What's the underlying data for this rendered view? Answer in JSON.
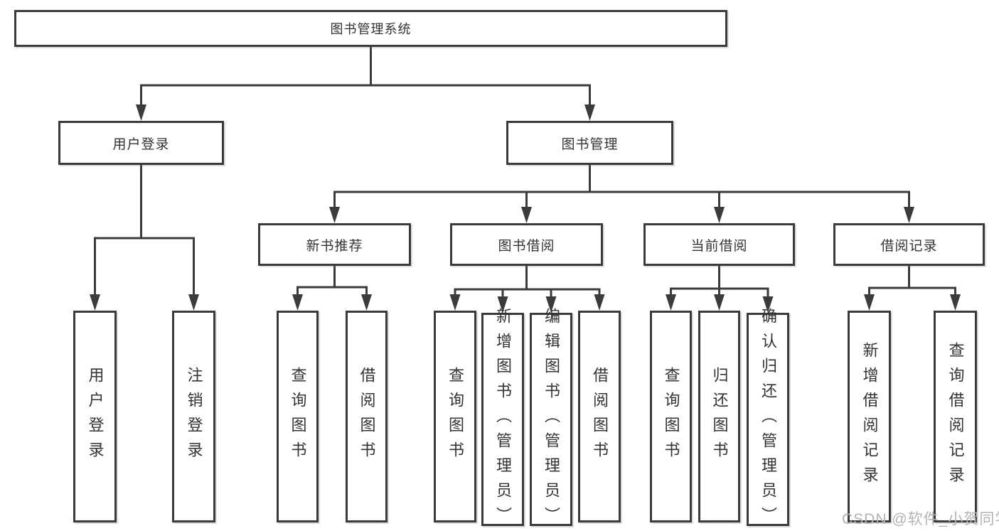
{
  "tree": {
    "root": {
      "label": "图书管理系统"
    },
    "children": [
      {
        "label": "用户登录",
        "children": [
          {
            "label": "用户登录"
          },
          {
            "label": "注销登录"
          }
        ]
      },
      {
        "label": "图书管理",
        "children": [
          {
            "label": "新书推荐",
            "children": [
              {
                "label": "查询图书"
              },
              {
                "label": "借阅图书"
              }
            ]
          },
          {
            "label": "图书借阅",
            "children": [
              {
                "label": "查询图书"
              },
              {
                "label": "新增图书（管理员）"
              },
              {
                "label": "编辑图书（管理员）"
              },
              {
                "label": "借阅图书"
              }
            ]
          },
          {
            "label": "当前借阅",
            "children": [
              {
                "label": "查询图书"
              },
              {
                "label": "归还图书"
              },
              {
                "label": "确认归还（管理员）"
              }
            ]
          },
          {
            "label": "借阅记录",
            "children": [
              {
                "label": "新增借阅记录"
              },
              {
                "label": "查询借阅记录"
              }
            ]
          }
        ]
      }
    ]
  },
  "watermark": "CSDN @软件_小贺同学",
  "colors": {
    "line": "#3b3b3b",
    "text": "#333333",
    "watermark": "#b3b3b3",
    "background": "#ffffff"
  }
}
